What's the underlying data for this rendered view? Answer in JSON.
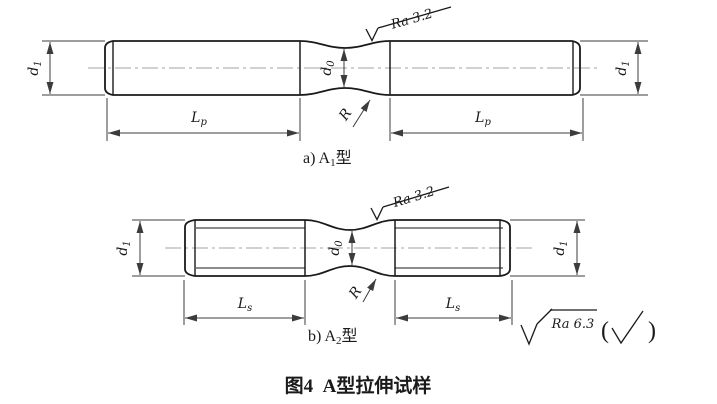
{
  "figure": {
    "caption": "图4  A型拉伸试样"
  },
  "specimen_a1": {
    "sublabel": {
      "pre": "a) A",
      "sub": "1",
      "post": "型"
    },
    "d1_left": {
      "base": "d",
      "sub": "1"
    },
    "d1_right": {
      "base": "d",
      "sub": "1"
    },
    "d0": {
      "base": "d",
      "sub": "0"
    },
    "lp_left": {
      "base": "L",
      "sub": "p"
    },
    "lp_right": {
      "base": "L",
      "sub": "p"
    },
    "radius_label": "R",
    "roughness": "Ra 3.2"
  },
  "specimen_a2": {
    "sublabel": {
      "pre": "b) A",
      "sub": "2",
      "post": "型"
    },
    "d1_left": {
      "base": "d",
      "sub": "1"
    },
    "d1_right": {
      "base": "d",
      "sub": "1"
    },
    "d0": {
      "base": "d",
      "sub": "0"
    },
    "ls_left": {
      "base": "L",
      "sub": "s"
    },
    "ls_right": {
      "base": "L",
      "sub": "s"
    },
    "radius_label": "R",
    "roughness": "Ra 3.2"
  },
  "general_note": {
    "roughness": "Ra 6.3",
    "paren_open": "(",
    "paren_close": ")"
  },
  "colors": {
    "line": "#1a1a1a",
    "thin_line": "#3c3c3c",
    "centerline": "#a3a3a3",
    "background": "#ffffff"
  }
}
